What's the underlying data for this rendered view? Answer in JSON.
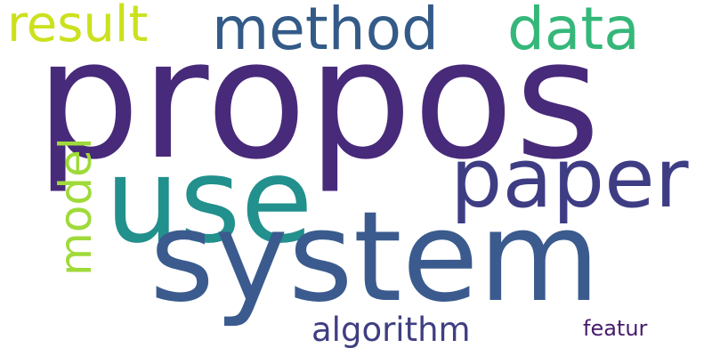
{
  "wordcloud": {
    "words": [
      {
        "text": "propos",
        "color": "#482a7a"
      },
      {
        "text": "system",
        "color": "#3b5b8e"
      },
      {
        "text": "use",
        "color": "#22908d"
      },
      {
        "text": "paper",
        "color": "#3e3d84"
      },
      {
        "text": "method",
        "color": "#345b88"
      },
      {
        "text": "result",
        "color": "#cbe11e"
      },
      {
        "text": "data",
        "color": "#35b779"
      },
      {
        "text": "model",
        "color": "#9fda3a"
      },
      {
        "text": "algorithm",
        "color": "#3f3e83"
      },
      {
        "text": "featur",
        "color": "#471c6a"
      }
    ],
    "background_color": "#ffffff"
  }
}
